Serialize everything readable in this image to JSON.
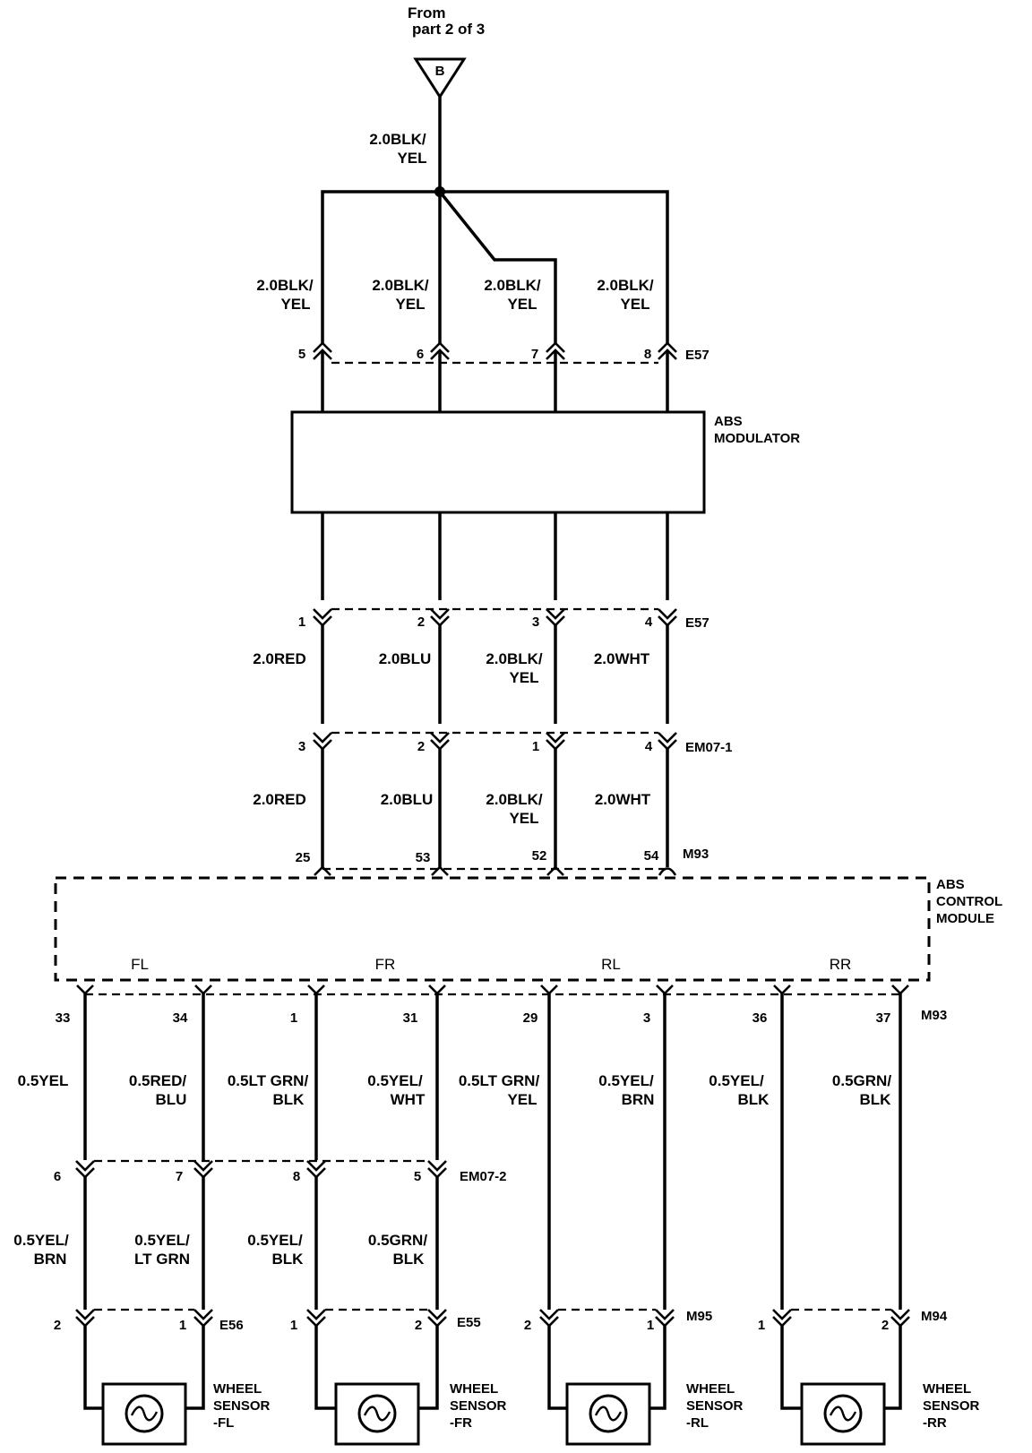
{
  "source": {
    "line1": "From",
    "line2": "part 2 of 3",
    "connector": "B"
  },
  "bus_wire": {
    "l1": "2.0BLK/",
    "l2": "YEL"
  },
  "modulator_in_wires": [
    {
      "l1": "2.0BLK/",
      "l2": "YEL"
    },
    {
      "l1": "2.0BLK/",
      "l2": "YEL"
    },
    {
      "l1": "2.0BLK/",
      "l2": "YEL"
    },
    {
      "l1": "2.0BLK/",
      "l2": "YEL"
    }
  ],
  "e57_top": {
    "name": "E57",
    "pins": [
      "5",
      "6",
      "7",
      "8"
    ]
  },
  "modulator": {
    "l1": "ABS",
    "l2": "MODULATOR"
  },
  "e57_bottom": {
    "name": "E57",
    "pins": [
      "1",
      "2",
      "3",
      "4"
    ]
  },
  "wires_a": [
    {
      "l1": "2.0RED",
      "l2": ""
    },
    {
      "l1": "2.0BLU",
      "l2": ""
    },
    {
      "l1": "2.0BLK/",
      "l2": "YEL"
    },
    {
      "l1": "2.0WHT",
      "l2": ""
    }
  ],
  "em07_1": {
    "name": "EM07-1",
    "pins": [
      "3",
      "2",
      "1",
      "4"
    ]
  },
  "wires_b": [
    {
      "l1": "2.0RED",
      "l2": ""
    },
    {
      "l1": "2.0BLU",
      "l2": ""
    },
    {
      "l1": "2.0BLK/",
      "l2": "YEL"
    },
    {
      "l1": "2.0WHT",
      "l2": ""
    }
  ],
  "m93_top": {
    "name": "M93",
    "pins": [
      "25",
      "53",
      "52",
      "54"
    ]
  },
  "control_module": {
    "l1": "ABS",
    "l2": "CONTROL",
    "l3": "MODULE",
    "channels": [
      "FL",
      "FR",
      "RL",
      "RR"
    ]
  },
  "m93_bottom": {
    "name": "M93",
    "pins": [
      "33",
      "34",
      "1",
      "31",
      "29",
      "3",
      "36",
      "37"
    ]
  },
  "sensor_wires_upper": [
    {
      "l1": "0.5YEL",
      "l2": ""
    },
    {
      "l1": "0.5RED/",
      "l2": "BLU"
    },
    {
      "l1": "0.5LT GRN/",
      "l2": "BLK"
    },
    {
      "l1": "0.5YEL/",
      "l2": "WHT"
    },
    {
      "l1": "0.5LT GRN/",
      "l2": "YEL"
    },
    {
      "l1": "0.5YEL/",
      "l2": "BRN"
    },
    {
      "l1": "0.5YEL/",
      "l2": "BLK"
    },
    {
      "l1": "0.5GRN/",
      "l2": "BLK"
    }
  ],
  "em07_2": {
    "name": "EM07-2",
    "pins": [
      "6",
      "7",
      "8",
      "5"
    ]
  },
  "sensor_wires_lower": [
    {
      "l1": "0.5YEL/",
      "l2": "BRN"
    },
    {
      "l1": "0.5YEL/",
      "l2": "LT GRN"
    },
    {
      "l1": "0.5YEL/",
      "l2": "BLK"
    },
    {
      "l1": "0.5GRN/",
      "l2": "BLK"
    }
  ],
  "sensor_connectors": [
    {
      "name": "E56",
      "pins": [
        "2",
        "1"
      ]
    },
    {
      "name": "E55",
      "pins": [
        "1",
        "2"
      ]
    },
    {
      "name": "M95",
      "pins": [
        "2",
        "1"
      ]
    },
    {
      "name": "M94",
      "pins": [
        "1",
        "2"
      ]
    }
  ],
  "sensors": [
    {
      "l1": "WHEEL",
      "l2": "SENSOR",
      "l3": "-FL"
    },
    {
      "l1": "WHEEL",
      "l2": "SENSOR",
      "l3": "-FR"
    },
    {
      "l1": "WHEEL",
      "l2": "SENSOR",
      "l3": "-RL"
    },
    {
      "l1": "WHEEL",
      "l2": "SENSOR",
      "l3": "-RR"
    }
  ]
}
